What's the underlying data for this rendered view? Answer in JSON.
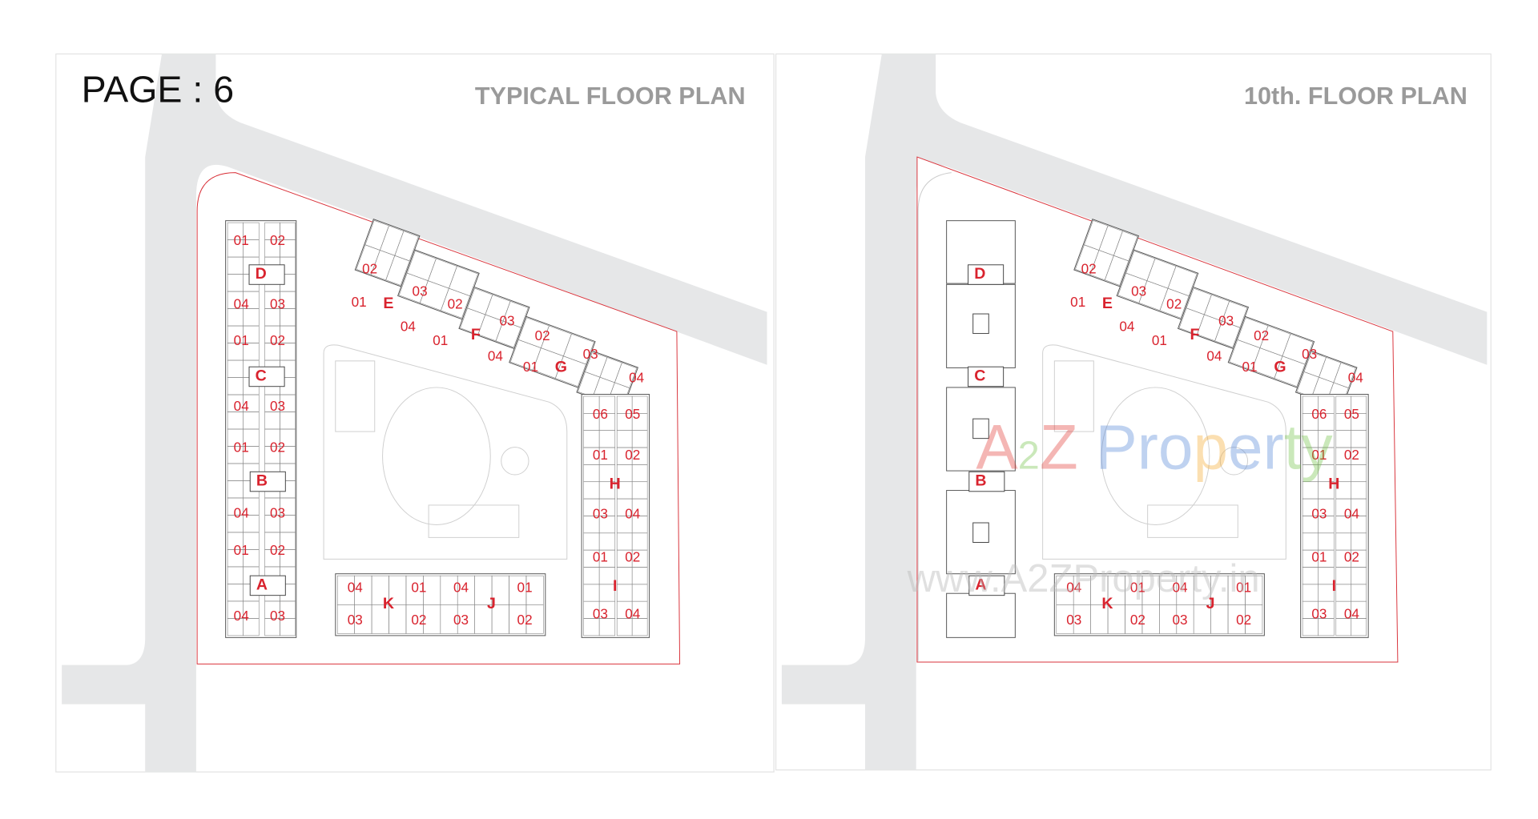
{
  "page_label": "PAGE : 6",
  "panels": [
    {
      "title": "TYPICAL FLOOR PLAN",
      "column_blocks": [
        "D",
        "C",
        "B",
        "A"
      ],
      "column_units": [
        "01",
        "02",
        "04",
        "03",
        "01",
        "02",
        "04",
        "03",
        "01",
        "02",
        "04",
        "03",
        "01",
        "02",
        "04",
        "03"
      ],
      "wing": [
        "02",
        "01",
        "E",
        "03",
        "02",
        "04",
        "01",
        "F",
        "03",
        "02",
        "04",
        "01",
        "G",
        "03",
        "04"
      ],
      "tower_h_i": [
        "06",
        "05",
        "01",
        "02",
        "H",
        "03",
        "04",
        "01",
        "02",
        "I",
        "03",
        "04"
      ],
      "block_k_j": [
        "04",
        "01",
        "04",
        "01",
        "K",
        "J",
        "03",
        "02",
        "03",
        "02"
      ]
    },
    {
      "title": "10th. FLOOR PLAN",
      "column_blocks": [
        "D",
        "C",
        "B",
        "A"
      ],
      "wing": [
        "02",
        "01",
        "E",
        "03",
        "02",
        "04",
        "01",
        "F",
        "03",
        "02",
        "04",
        "01",
        "G",
        "03",
        "04"
      ],
      "tower_h_i": [
        "06",
        "05",
        "01",
        "02",
        "H",
        "03",
        "04",
        "01",
        "02",
        "I",
        "03",
        "04"
      ],
      "block_k_j": [
        "04",
        "01",
        "04",
        "01",
        "K",
        "J",
        "03",
        "02",
        "03",
        "02"
      ]
    }
  ],
  "watermark": {
    "logo": "A2Z Property",
    "url": "www.A2ZProperty.in"
  },
  "colors": {
    "label_red": "#d9232e",
    "site_boundary": "#d9333b",
    "road": "#e6e7e8",
    "title_grey": "#9a9a9a"
  }
}
